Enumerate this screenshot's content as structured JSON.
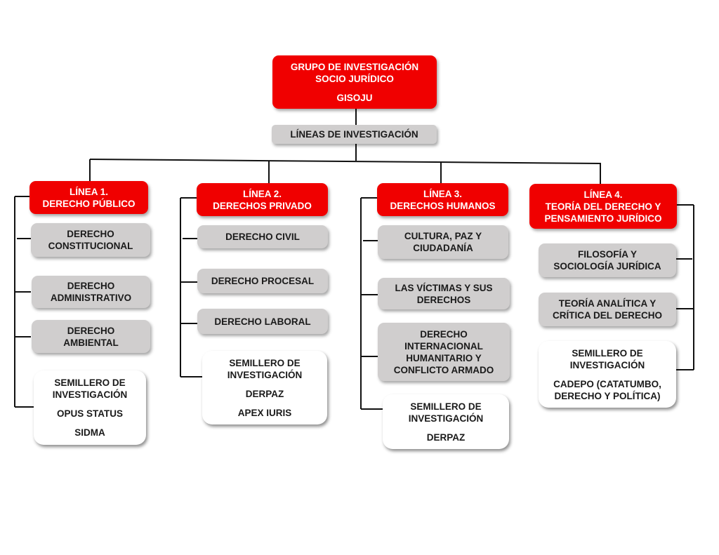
{
  "root": {
    "title_lines": [
      "GRUPO DE INVESTIGACIÓN",
      "SOCIO JURÍDICO"
    ],
    "acronym": "GISOJU",
    "color": "#f00000"
  },
  "lines_header": "LÍNEAS DE INVESTIGACIÓN",
  "colors": {
    "header_red": "#f00000",
    "subtopic_gray": "#d0cece",
    "semillero_white": "#ffffff",
    "connector": "#111111"
  },
  "branches": [
    {
      "header": [
        "LÍNEA 1.",
        "DERECHO PÚBLICO"
      ],
      "topics": [
        [
          "DERECHO",
          "CONSTITUCIONAL"
        ],
        [
          "DERECHO",
          "ADMINISTRATIVO"
        ],
        [
          "DERECHO",
          "AMBIENTAL"
        ]
      ],
      "semillero": {
        "title": [
          "SEMILLERO DE",
          "INVESTIGACIÓN"
        ],
        "names": [
          "OPUS STATUS",
          "SIDMA"
        ]
      }
    },
    {
      "header": [
        "LÍNEA 2.",
        "DERECHOS PRIVADO"
      ],
      "topics": [
        [
          "DERECHO CIVIL"
        ],
        [
          "DERECHO PROCESAL"
        ],
        [
          "DERECHO LABORAL"
        ]
      ],
      "semillero": {
        "title": [
          "SEMILLERO DE",
          "INVESTIGACIÓN"
        ],
        "names": [
          "DERPAZ",
          "APEX IURIS"
        ]
      }
    },
    {
      "header": [
        "LÍNEA 3.",
        "DERECHOS HUMANOS"
      ],
      "topics": [
        [
          "CULTURA, PAZ Y",
          "CIUDADANÍA"
        ],
        [
          "LAS VÍCTIMAS Y SUS",
          "DERECHOS"
        ],
        [
          "DERECHO",
          "INTERNACIONAL",
          "HUMANITARIO Y",
          "CONFLICTO ARMADO"
        ]
      ],
      "semillero": {
        "title": [
          "SEMILLERO DE",
          "INVESTIGACIÓN"
        ],
        "names": [
          "DERPAZ"
        ]
      }
    },
    {
      "header": [
        "LÍNEA 4.",
        "TEORÍA DEL DERECHO Y",
        "PENSAMIENTO JURÍDICO"
      ],
      "topics": [
        [
          "FILOSOFÍA Y",
          "SOCIOLOGÍA JURÍDICA"
        ],
        [
          "TEORÍA ANALÍTICA Y",
          "CRÍTICA DEL DERECHO"
        ]
      ],
      "semillero": {
        "title": [
          "SEMILLERO DE",
          "INVESTIGACIÓN"
        ],
        "names": [
          "CADEPO (CATATUMBO,",
          "DERECHO Y POLÍTICA)"
        ]
      }
    }
  ]
}
